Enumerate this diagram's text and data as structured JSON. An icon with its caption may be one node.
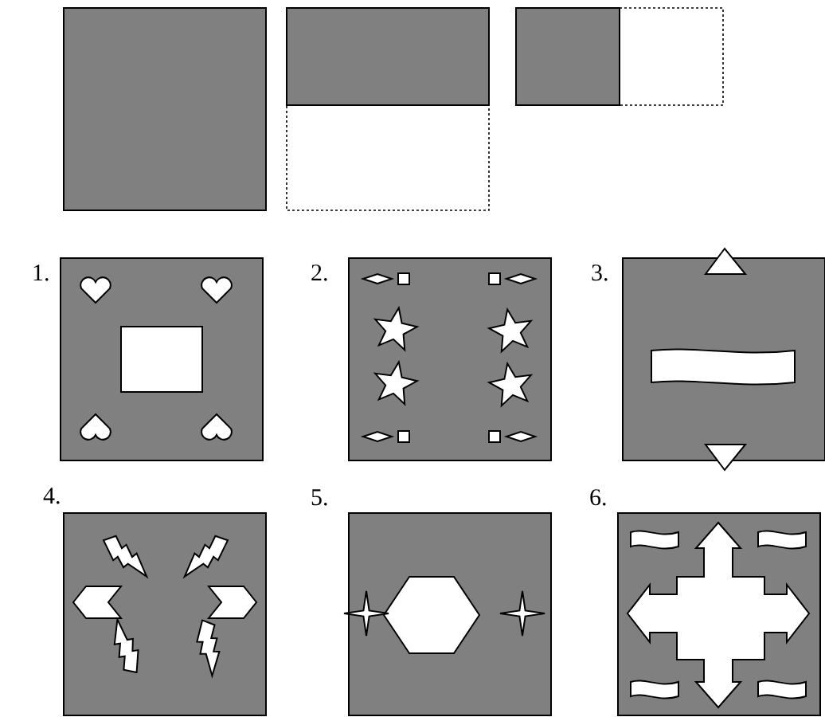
{
  "diagram": {
    "labels": [
      "1.",
      "2.",
      "3.",
      "4.",
      "5.",
      "6."
    ]
  }
}
